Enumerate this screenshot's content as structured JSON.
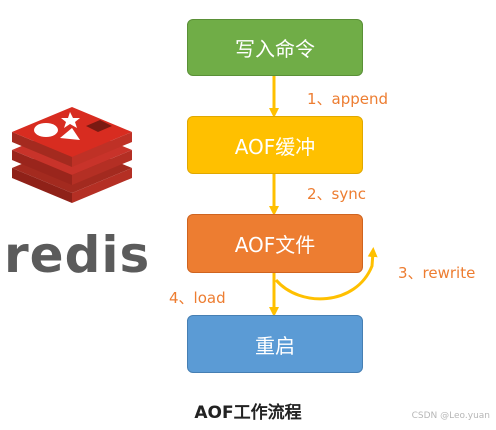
{
  "flow": {
    "step1": "写入命令",
    "step2": "AOF缓冲",
    "step3": "AOF文件",
    "step4": "重启"
  },
  "edges": {
    "append": "1、append",
    "sync": "2、sync",
    "rewrite": "3、rewrite",
    "load": "4、load"
  },
  "logo": {
    "text": "redis",
    "brand_color": "#d82c20",
    "text_color": "#5b5b5b"
  },
  "caption": "AOF工作流程",
  "watermark": "CSDN @Leo.yuan",
  "colors": {
    "step1": "#70ad47",
    "step2": "#ffc000",
    "step3": "#ed7d31",
    "step4": "#5b9bd5",
    "arrow": "#ffc000",
    "label": "#ed7d31"
  }
}
